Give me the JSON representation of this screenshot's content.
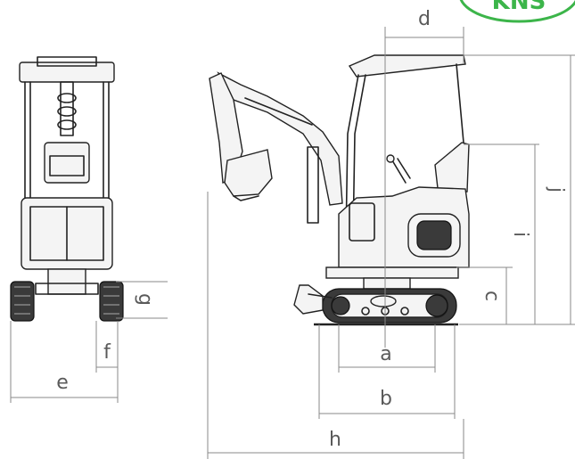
{
  "labels": {
    "a": "a",
    "b": "b",
    "c": "c",
    "d": "d",
    "e": "e",
    "f": "f",
    "g": "g",
    "h": "h",
    "i": "i",
    "j": "j"
  },
  "badge": {
    "text": "KNS",
    "color": "#3cb54a"
  },
  "colors": {
    "dimension": "#8a8a8a",
    "label": "#5a5a5a",
    "machine": "#222222"
  }
}
